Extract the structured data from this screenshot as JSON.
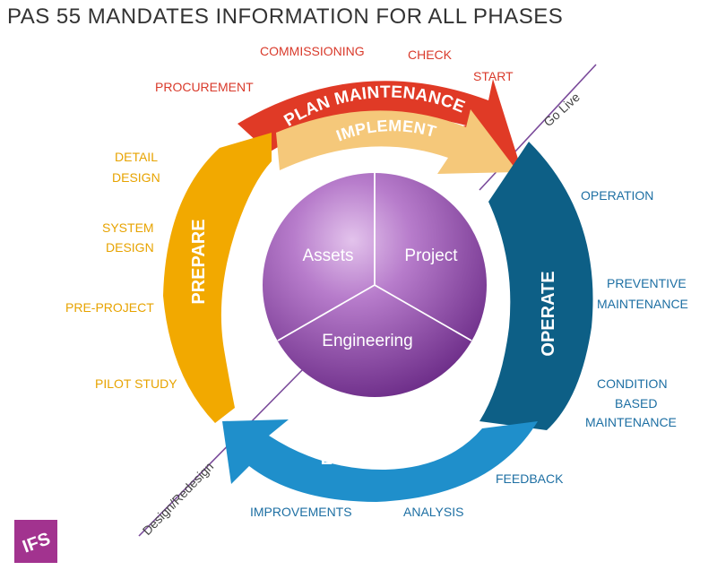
{
  "title": "PAS 55 MANDATES INFORMATION FOR ALL PHASES",
  "phases": {
    "plan_maintenance": "PLAN MAINTENANCE",
    "implement": "IMPLEMENT",
    "prepare": "PREPARE",
    "operate": "OPERATE",
    "evaluate": "EVALUATE"
  },
  "center": {
    "assets": "Assets",
    "project": "Project",
    "engineering": "Engineering"
  },
  "labels": {
    "commissioning": "COMMISSIONING",
    "check": "CHECK",
    "start": "START",
    "procurement": "PROCUREMENT",
    "detail_design_1": "DETAIL",
    "detail_design_2": "DESIGN",
    "system_design_1": "SYSTEM",
    "system_design_2": "DESIGN",
    "pre_project": "PRE-PROJECT",
    "pilot_study": "PILOT STUDY",
    "operation": "OPERATION",
    "preventive_1": "PREVENTIVE",
    "preventive_2": "MAINTENANCE",
    "condition_1": "CONDITION",
    "condition_2": "BASED",
    "condition_3": "MAINTENANCE",
    "feedback": "FEEDBACK",
    "analysis": "ANALYSIS",
    "improvements": "IMPROVEMENTS"
  },
  "line_labels": {
    "go_live": "Go Live",
    "design_redesign": "Design/Redesign"
  },
  "logo": "IFS",
  "colors": {
    "red": "#e03a26",
    "implement": "#f5c87a",
    "orange": "#f2a900",
    "dark_blue": "#0d5f86",
    "light_blue": "#1f8fcb",
    "purple": "#7b3b93",
    "line": "#7a4a9a",
    "logo": "#a2338f"
  }
}
